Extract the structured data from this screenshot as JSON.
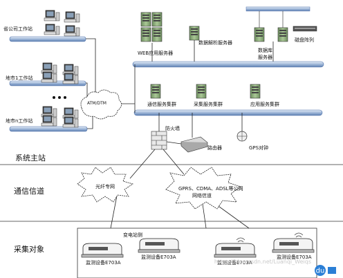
{
  "regions": {
    "master_station": "系统主站",
    "comm_channel": "通信信道",
    "collect_target": "采集对象"
  },
  "top_section": {
    "provincial_ws": "省公司工作站",
    "city1_ws": "地市1工作站",
    "cityn_ws": "地市n工作站",
    "atm_dtm": "ATM/DTM",
    "web_server": "WEB应用服务器",
    "data_parse_server": "数据解析服务器",
    "database_server_line1": "数据库",
    "database_server_line2": "服务器",
    "disk_array": "磁盘阵列",
    "clusters": [
      "通信服务集群",
      "采集服务集群",
      "应用服务集群"
    ],
    "firewall": "防火墙",
    "router": "路由器",
    "gps": "GPS对钟"
  },
  "channel_section": {
    "fiber_net": "光纤专网",
    "wireless_line1": "GPRS、CDMA、ADSL等公网",
    "wireless_line2": "网络信道"
  },
  "bottom_section": {
    "substation": "变电站侧",
    "devices": [
      "监测设备E703A",
      "监测设备E703A",
      "监测设备E703A",
      "监测设备E703A"
    ]
  },
  "watermark": "https://blog.csdn.net/Luanqi_Weiqs",
  "colors": {
    "bus_fill": "#c8d6ea",
    "bus_stroke": "#4a6ea8",
    "server_green": "#8cb07a",
    "line": "#222222"
  }
}
